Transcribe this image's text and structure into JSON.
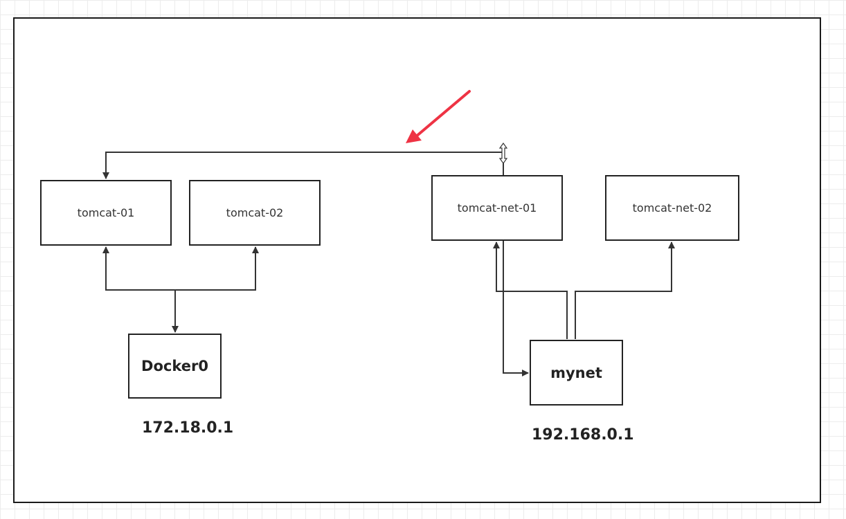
{
  "nodes": {
    "tomcat01": "tomcat-01",
    "tomcat02": "tomcat-02",
    "tomcatnet01": "tomcat-net-01",
    "tomcatnet02": "tomcat-net-02",
    "docker0": "Docker0",
    "mynet": "mynet"
  },
  "ips": {
    "docker0": "172.18.0.1",
    "mynet": "192.168.0.1"
  },
  "colors": {
    "line": "#333333",
    "highlight_arrow": "#ee3344"
  }
}
